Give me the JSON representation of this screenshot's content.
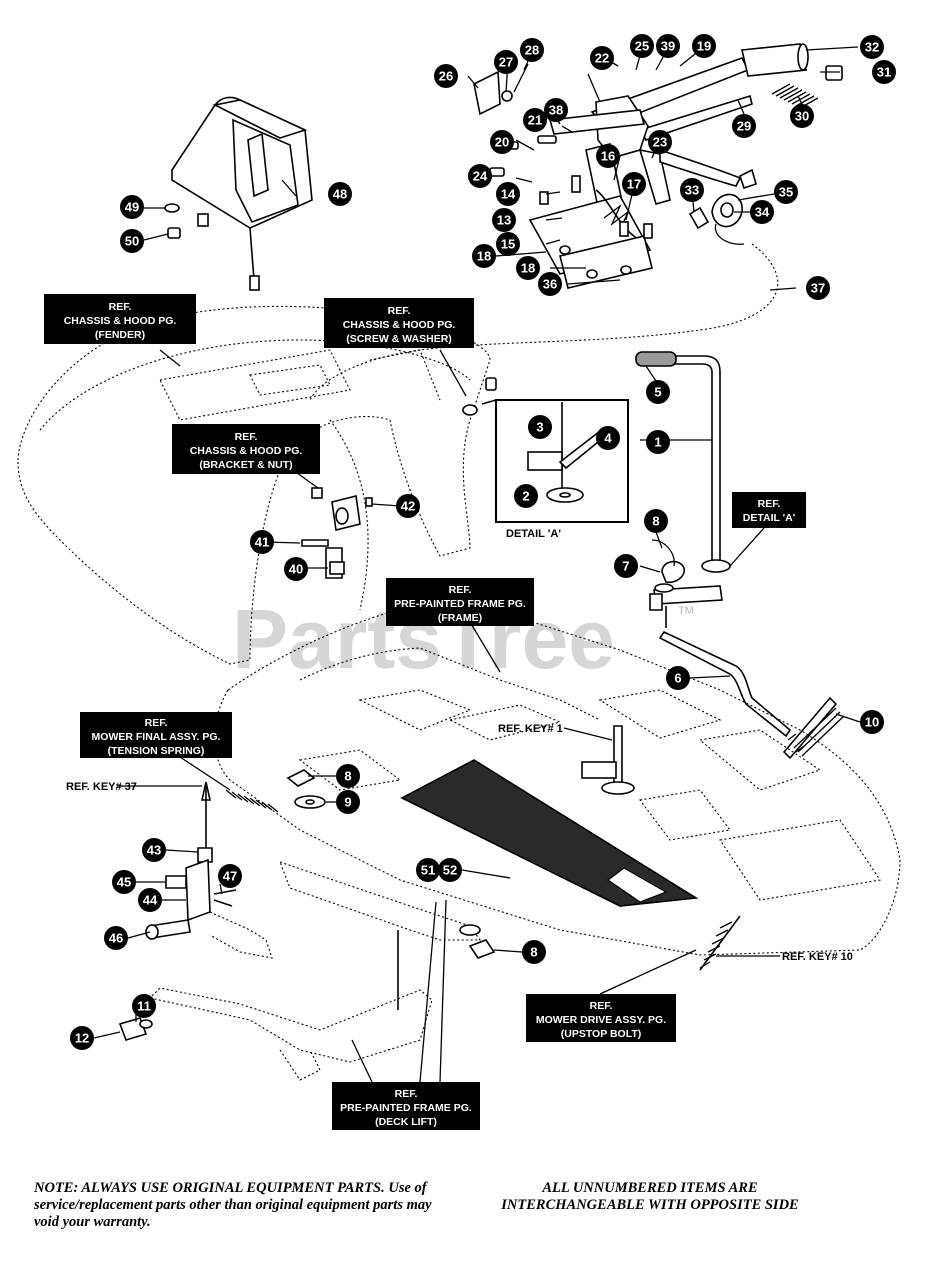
{
  "watermark": "PartsTree",
  "trademark": "TM",
  "detail_label": "DETAIL 'A'",
  "ref_boxes": [
    {
      "id": "fender",
      "lines": [
        "REF.",
        "CHASSIS & HOOD PG.",
        "(FENDER)"
      ]
    },
    {
      "id": "screw-washer",
      "lines": [
        "REF.",
        "CHASSIS & HOOD PG.",
        "(SCREW & WASHER)"
      ]
    },
    {
      "id": "bracket-nut",
      "lines": [
        "REF.",
        "CHASSIS & HOOD PG.",
        "(BRACKET & NUT)"
      ]
    },
    {
      "id": "detail-a",
      "lines": [
        "REF.",
        "DETAIL 'A'"
      ]
    },
    {
      "id": "frame",
      "lines": [
        "REF.",
        "PRE-PAINTED FRAME PG.",
        "(FRAME)"
      ]
    },
    {
      "id": "tension-spring",
      "lines": [
        "REF.",
        "MOWER FINAL ASSY. PG.",
        "(TENSION SPRING)"
      ]
    },
    {
      "id": "upstop-bolt",
      "lines": [
        "REF.",
        "MOWER DRIVE ASSY. PG.",
        "(UPSTOP BOLT)"
      ]
    },
    {
      "id": "deck-lift",
      "lines": [
        "REF.",
        "PRE-PAINTED FRAME PG.",
        "(DECK LIFT)"
      ]
    }
  ],
  "plain_labels": {
    "ref_key_37": "REF. KEY# 37",
    "ref_key_1": "REF. KEY# 1",
    "ref_key_10": "REF. KEY# 10"
  },
  "callouts": [
    "1",
    "2",
    "3",
    "4",
    "5",
    "6",
    "7",
    "8",
    "8",
    "8",
    "9",
    "10",
    "11",
    "12",
    "13",
    "14",
    "15",
    "16",
    "17",
    "18",
    "18",
    "19",
    "20",
    "21",
    "22",
    "23",
    "24",
    "25",
    "26",
    "27",
    "28",
    "29",
    "30",
    "31",
    "32",
    "33",
    "34",
    "35",
    "36",
    "37",
    "38",
    "39",
    "40",
    "41",
    "42",
    "43",
    "44",
    "45",
    "46",
    "47",
    "48",
    "49",
    "50",
    "51",
    "52"
  ],
  "footer": {
    "note": "NOTE: ALWAYS USE ORIGINAL EQUIPMENT PARTS. Use of service/replacement parts other than original equipment parts may void your warranty.",
    "interchange": "ALL UNNUMBERED ITEMS ARE INTERCHANGEABLE WITH OPPOSITE SIDE"
  }
}
